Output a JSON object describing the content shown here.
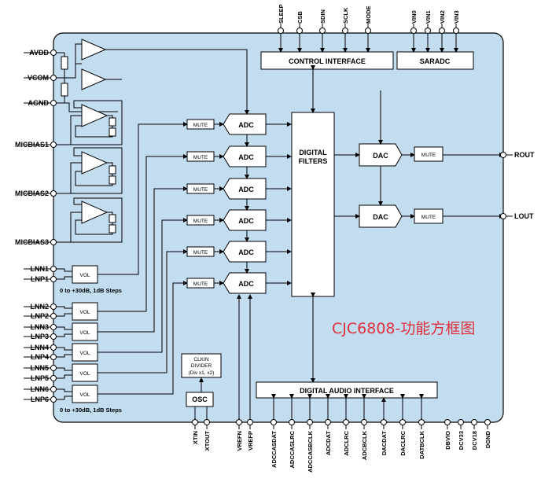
{
  "title": "CJC6808-功能方框图",
  "colors": {
    "chip_fill": "#c2dcf0",
    "box_fill": "#ffffff",
    "line": "#000000",
    "title": "#e0303a"
  },
  "top_pins_control": [
    "SLEEP",
    "CSB",
    "SDIN",
    "SCLK",
    "MODE"
  ],
  "top_pins_adc": [
    "VIN0",
    "VIN1",
    "VIN2",
    "VIN3"
  ],
  "left_power_pins": [
    "AVDD",
    "VCOM",
    "AGND"
  ],
  "micbias_pins": [
    "MICBIAS1",
    "MICBIAS2",
    "MICBIAS3"
  ],
  "line_input_pins": [
    "LNN1",
    "LNP1",
    "LNN2",
    "LNP2",
    "LNN3",
    "LNP3",
    "LNN4",
    "LNP4",
    "LNN5",
    "LNP5",
    "LNN6",
    "LNP6"
  ],
  "vol_note": "0 to +30dB, 1dB Steps",
  "blocks": {
    "control_interface": "CONTROL INTERFACE",
    "saradc": "SARADC",
    "digital_filters": [
      "DIGITAL",
      "FILTERS"
    ],
    "digital_audio_interface": "DIGITAL AUDIO INTERFACE",
    "clkin_divider": [
      "CLKIN",
      "DIVIDER",
      "(Div x1, x2)"
    ],
    "osc": "OSC",
    "adc": "ADC",
    "dac": "DAC",
    "mute": "MUTE",
    "vol": "VOL"
  },
  "right_pins": [
    "ROUT",
    "LOUT"
  ],
  "bottom_pins": [
    "XTIN",
    "XTOUT",
    "VREFN",
    "VREFP",
    "ADCCASDAT",
    "ADCCASLRC",
    "ADCCASBCLK",
    "ADCDAT",
    "ADCLRC",
    "ADCBCLK",
    "DACDAT",
    "DACLRC",
    "DATBCLK",
    "DBVIO",
    "DCV33",
    "DCV18",
    "DGND"
  ]
}
